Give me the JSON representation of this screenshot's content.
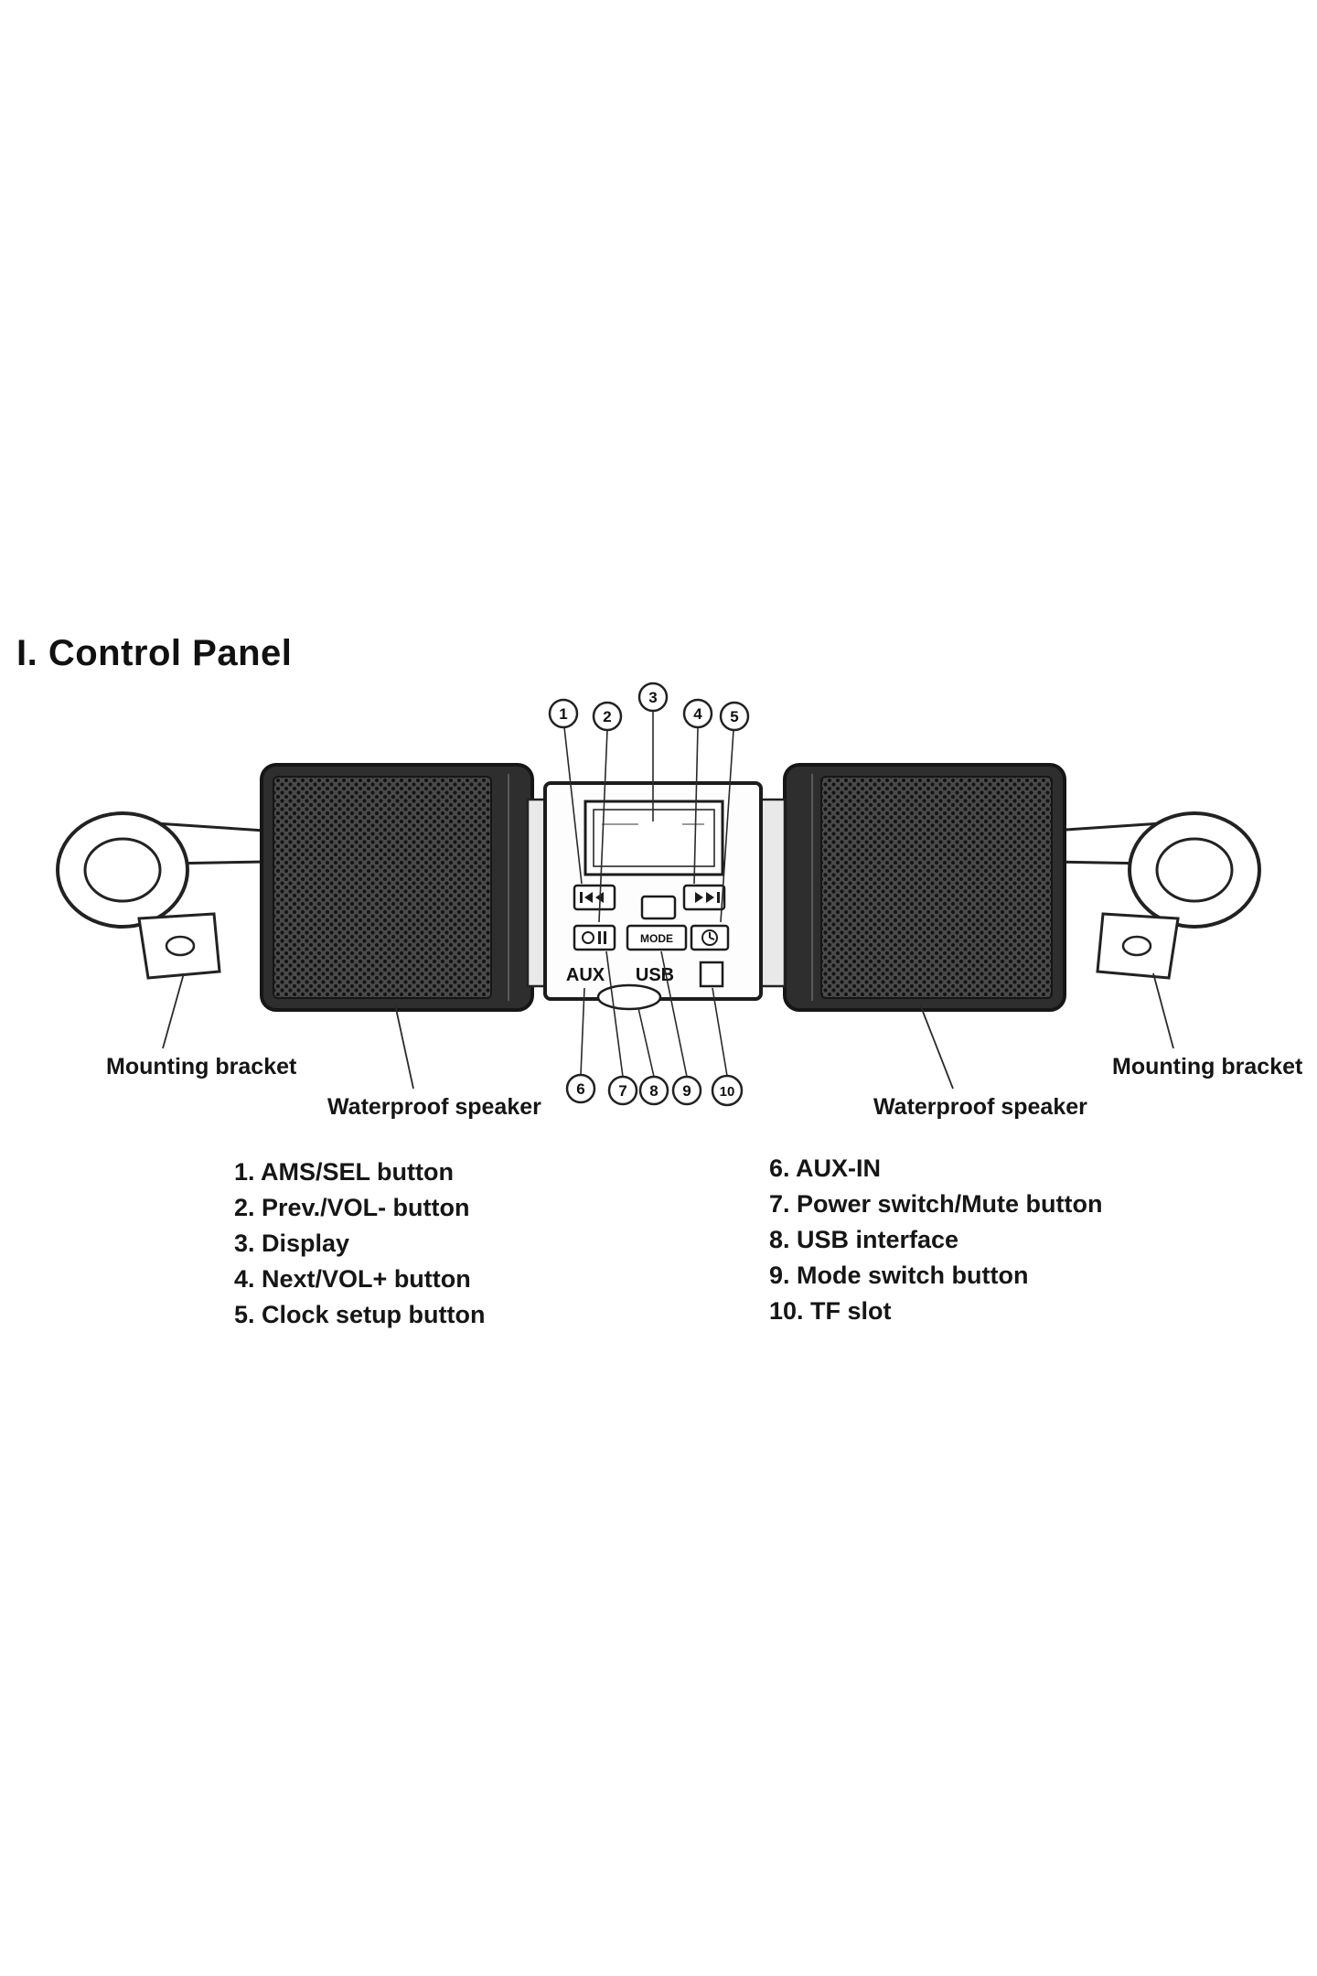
{
  "page": {
    "title": "I. Control Panel"
  },
  "diagram": {
    "callouts": {
      "top": [
        "1",
        "2",
        "3",
        "4",
        "5"
      ],
      "bottom": [
        "6",
        "7",
        "8",
        "9",
        "10"
      ]
    },
    "labels": {
      "mounting_bracket_left": "Mounting bracket",
      "waterproof_speaker_left": "Waterproof speaker",
      "waterproof_speaker_right": "Waterproof speaker",
      "mounting_bracket_right": "Mounting bracket"
    },
    "panel": {
      "aux": "AUX",
      "usb": "USB",
      "mode": "MODE"
    },
    "colors": {
      "ink": "#1c1c1c",
      "speaker_body": "#2e2e2e",
      "mesh_dot": "#141414"
    }
  },
  "legend": {
    "left": [
      "1. AMS/SEL button",
      "2. Prev./VOL- button",
      "3. Display",
      "4. Next/VOL+ button",
      "5. Clock setup button"
    ],
    "right": [
      "6. AUX-IN",
      "7. Power switch/Mute button",
      "8. USB interface",
      "9. Mode switch button",
      "10. TF slot"
    ]
  }
}
